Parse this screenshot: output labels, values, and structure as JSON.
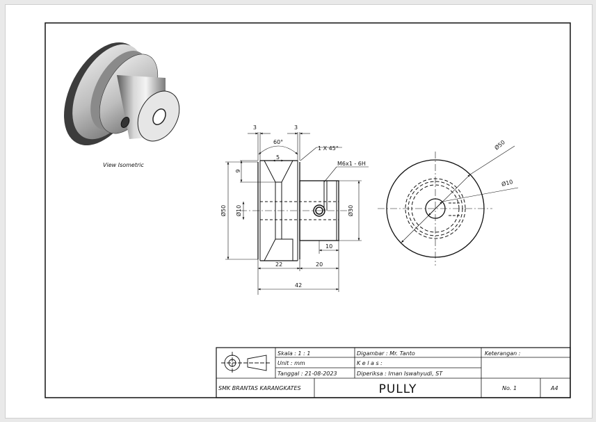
{
  "isometric": {
    "caption": "View Isometric"
  },
  "dims": {
    "d3a": "3",
    "d3b": "3",
    "angle": "60°",
    "d5": "5",
    "chamfer": "1 X 45°",
    "thread": "M6x1 - 6H",
    "d9": "9",
    "dia50": "Ø50",
    "dia10": "Ø10",
    "dia30": "Ø30",
    "d10": "10",
    "d22": "22",
    "d20": "20",
    "d42": "42",
    "side_dia50": "Ø50",
    "side_dia10": "Ø10"
  },
  "titleblock": {
    "skala": "Skala     : 1 : 1",
    "unit": "Unit       : mm",
    "tanggal": "Tanggal  : 21-08-2023",
    "digambar": "Digambar : Mr. Tanto",
    "kelas": "K e l a s  :",
    "diperiksa": "Diperiksa : Iman Iswahyudi, ST",
    "keterangan": "Keterangan :",
    "school": "SMK BRANTAS KARANGKATES",
    "title": "PULLY",
    "number": "No. 1",
    "size": "A4"
  }
}
